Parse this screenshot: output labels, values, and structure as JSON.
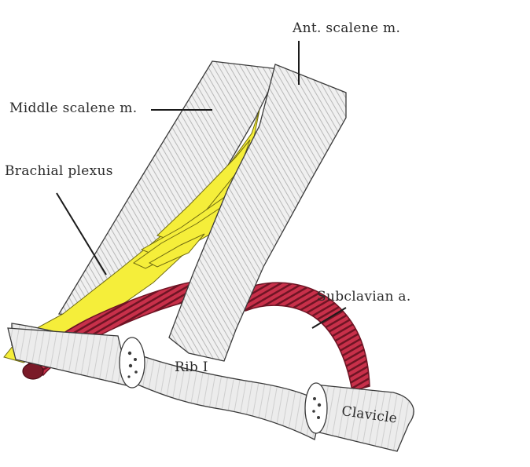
{
  "labels": {
    "ant_scalene": "Ant. scalene m.",
    "middle_scalene": "Middle scalene m.",
    "brachial_plexus": "Brachial plexus",
    "subclavian": "Subclavian a.",
    "rib": "Rib I",
    "clavicle": "Clavicle"
  },
  "colors": {
    "plexus": "#f5ee3a",
    "artery": "#c8304a",
    "artery_dark": "#6e1424",
    "muscle": "#eeeeee",
    "ink": "#3a3a3a"
  }
}
